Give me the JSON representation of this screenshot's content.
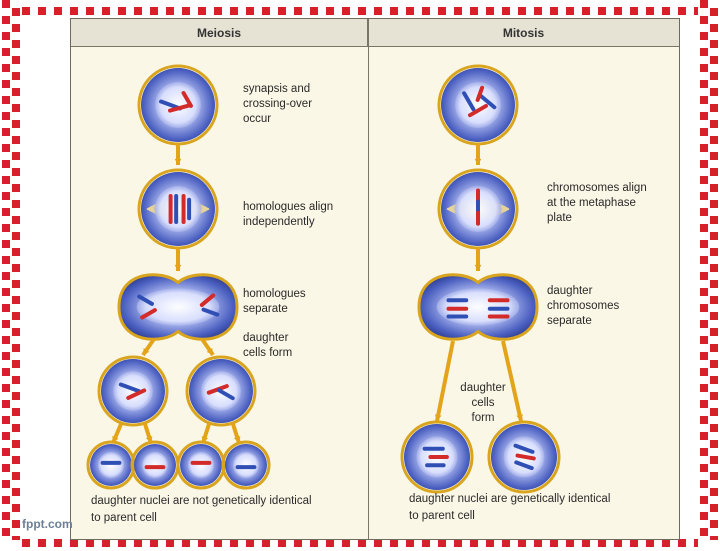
{
  "columns": {
    "left": "Meiosis",
    "right": "Mitosis"
  },
  "meiosis": {
    "label_synapsis": "synapsis and\ncrossing-over\noccur",
    "label_align": "homologues align\nindependently",
    "label_separate": "homologues\nseparate",
    "label_cells_form": "daughter\ncells form",
    "footer": "daughter nuclei are not  genetically identical\nto parent cell"
  },
  "mitosis": {
    "label_align": "chromosomes align\nat the metaphase\nplate",
    "label_separate": "daughter\nchromosomes\nseparate",
    "label_cells_form": "daughter\ncells\nform",
    "footer": "daughter nuclei are genetically identical\nto parent cell"
  },
  "watermark": "fppt.com",
  "colors": {
    "border_red": "#d8202c",
    "cell_blue": "#4a5fc0",
    "cell_rim": "#d9a41e",
    "chromosome_red": "#d32a2a",
    "chromosome_blue": "#2f4fb5",
    "arrow": "#e3a41a"
  }
}
